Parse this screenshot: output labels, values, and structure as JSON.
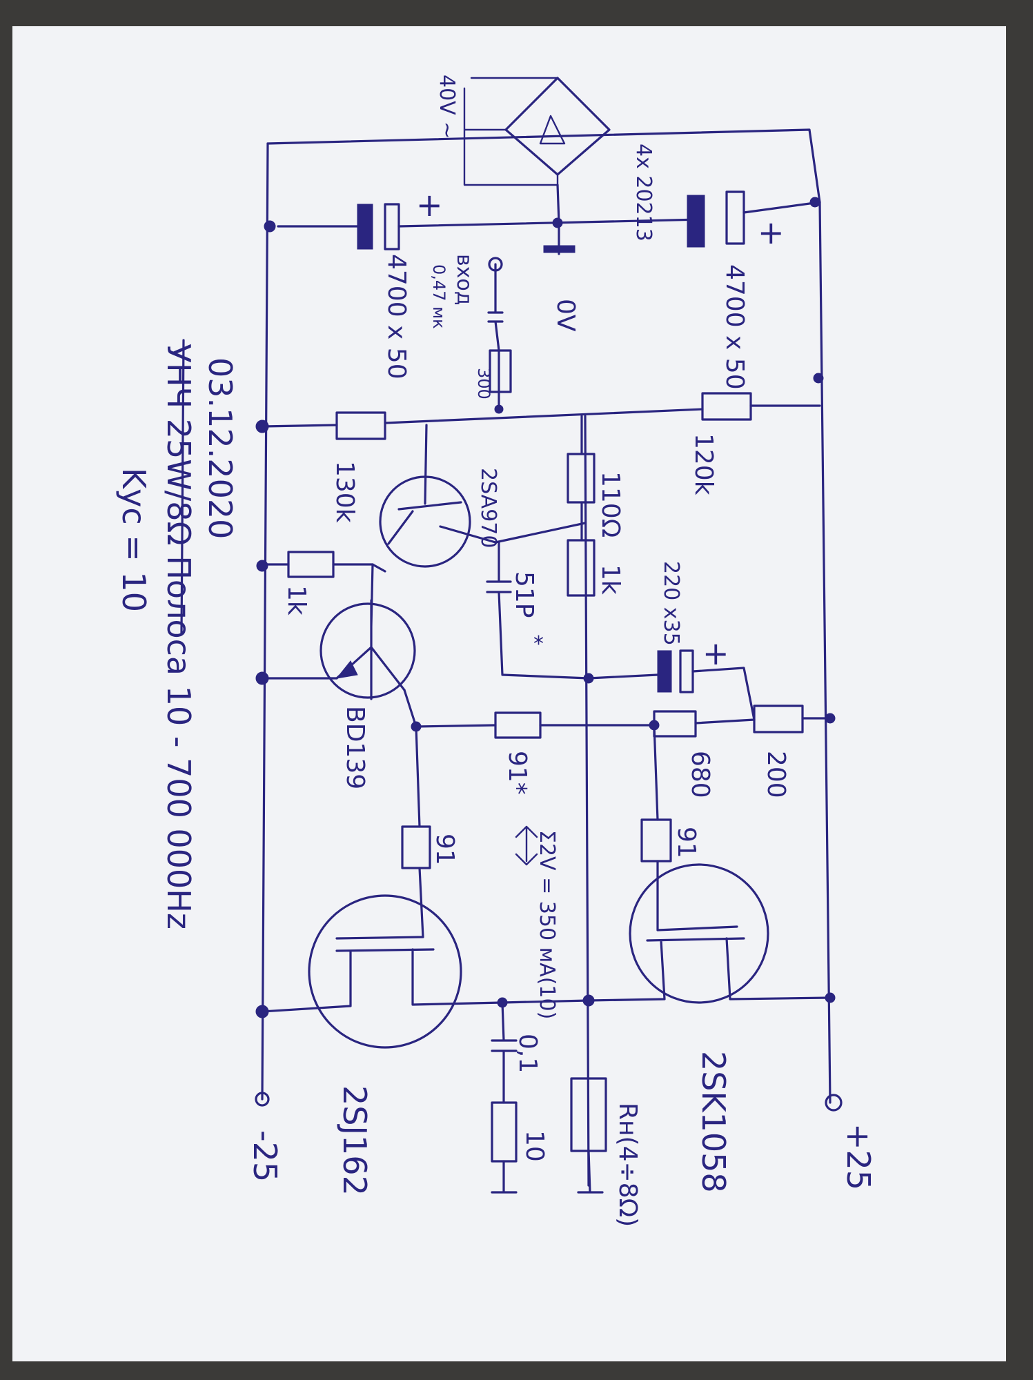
{
  "labels": {
    "mains": "40V ~",
    "bridge": "4x 20213",
    "cap_top": "4700 x 50",
    "cap_bottom": "4700 x 50",
    "plus_a": "+",
    "plus_b": "+",
    "plus_c": "+",
    "input": "вход",
    "input_cap": "0,47 мк",
    "r_input": "300",
    "ground": "0V",
    "r_120k": "120k",
    "r_130k": "130k",
    "r_110": "110Ω",
    "r_1k_a": "1k",
    "r_1k_b": "1k",
    "q1": "2SA970",
    "c_51p": "51P",
    "c_51p_star": "*",
    "c_220": "220 x35",
    "q2": "BD139",
    "r_91_star": "91*",
    "r_680": "680",
    "r_200": "200",
    "r_91_left": "91",
    "r_91_right": "91",
    "bias": "Σ2V = 350 мА(10)",
    "c_01": "0,1",
    "r_10": "10",
    "load": "Rн(4÷8Ω)",
    "q_n": "2SK1058",
    "q_p": "2SJ162",
    "supply_pos": "+25",
    "supply_neg": "-25",
    "date": "03.12.2020",
    "title": "УНЧ 25W/8Ω Полоса 10 - 700 000Hz",
    "gain": "Kус = 10"
  }
}
